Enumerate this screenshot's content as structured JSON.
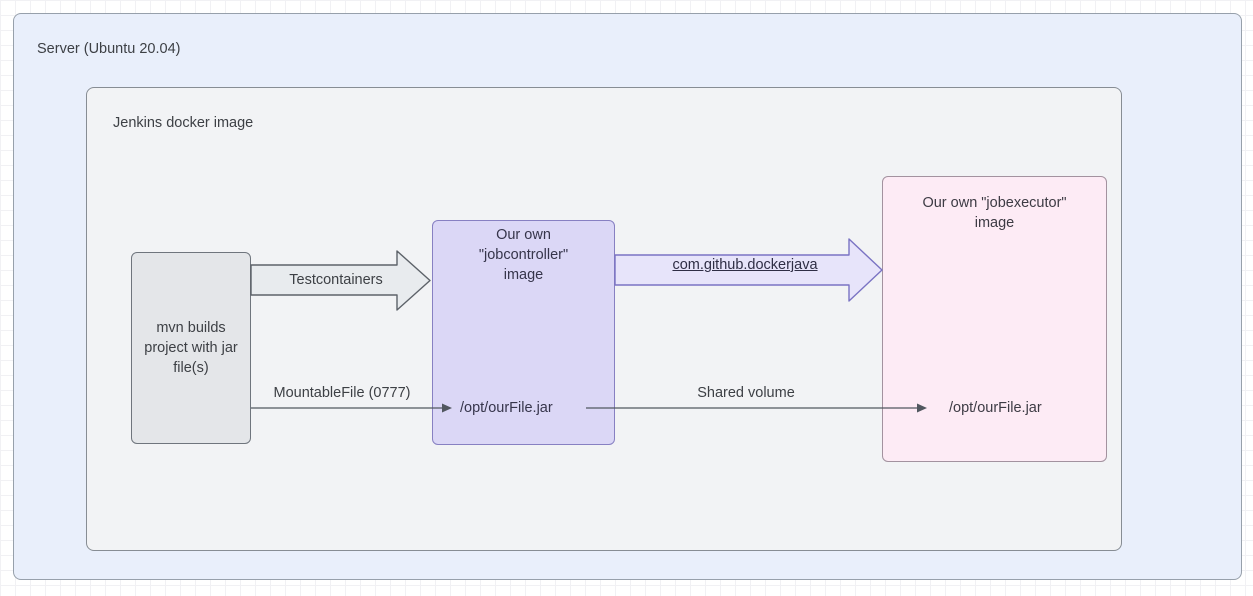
{
  "canvas": {
    "background": "#ffffff",
    "grid_color": "#f1f1f4",
    "text_color": "#3d4045"
  },
  "server_box": {
    "label": "Server (Ubuntu 20.04)",
    "fill": "#e9effb",
    "stroke": "#97a0ab"
  },
  "jenkins_box": {
    "label": "Jenkins docker image",
    "fill": "#f2f3f5",
    "stroke": "#878d94"
  },
  "mvn_box": {
    "lines": [
      "mvn builds",
      "project with jar",
      "file(s)"
    ],
    "fill": "#e4e6e9",
    "stroke": "#6f757d"
  },
  "jobcontroller_box": {
    "title_lines": [
      "Our own",
      "\"jobcontroller\"",
      "image"
    ],
    "file_label": "/opt/ourFile.jar",
    "fill": "#dbd7f6",
    "stroke": "#8780c2"
  },
  "jobexecutor_box": {
    "title_lines": [
      "Our own \"jobexecutor\"",
      "image"
    ],
    "file_label": "/opt/ourFile.jar",
    "fill": "#fdebf5",
    "stroke": "#a3929f"
  },
  "arrows": {
    "testcontainers": {
      "label": "Testcontainers",
      "fill": "#e8ebee",
      "stroke": "#5d6269"
    },
    "dockerjava": {
      "label": "com.github.dockerjava",
      "fill": "#e7e4fa",
      "stroke": "#7a73c3"
    },
    "mountablefile": {
      "label": "MountableFile (0777)",
      "stroke": "#51575f"
    },
    "shared_volume": {
      "label": "Shared volume",
      "stroke": "#51575f"
    }
  }
}
